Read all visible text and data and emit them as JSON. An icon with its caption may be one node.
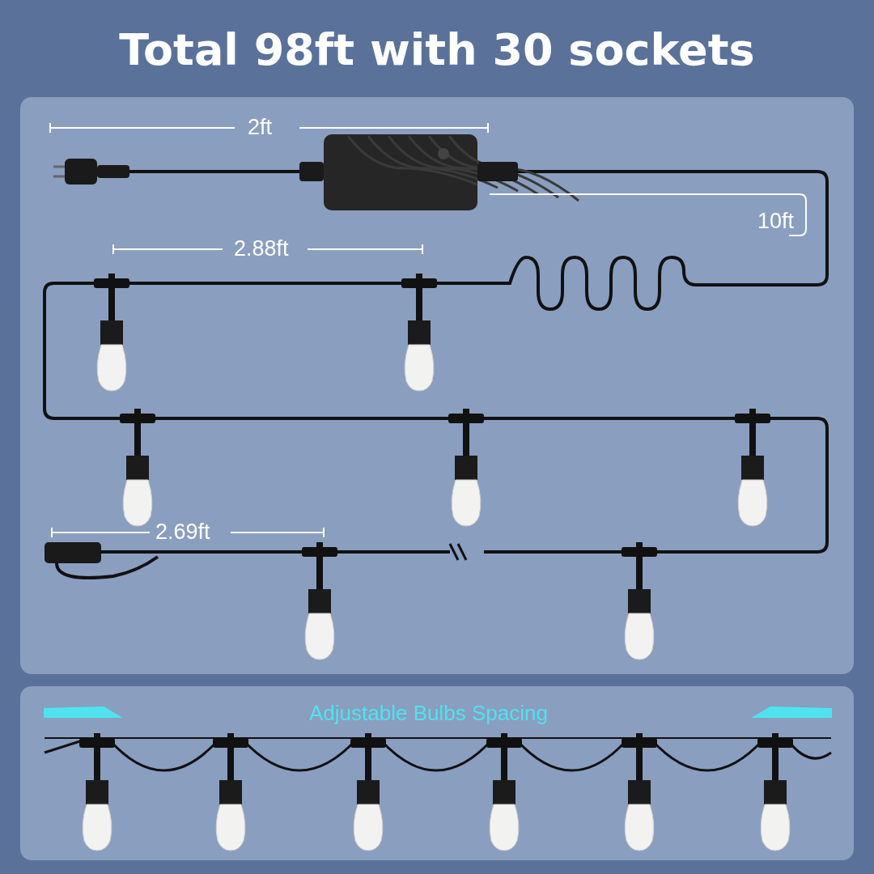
{
  "diagram": {
    "title": "Total 98ft with 30 sockets",
    "labels": [
      "2ft",
      "10ft",
      "2.88ft",
      "2.69ft",
      "Adjustable Bulbs Spacing"
    ]
  }
}
